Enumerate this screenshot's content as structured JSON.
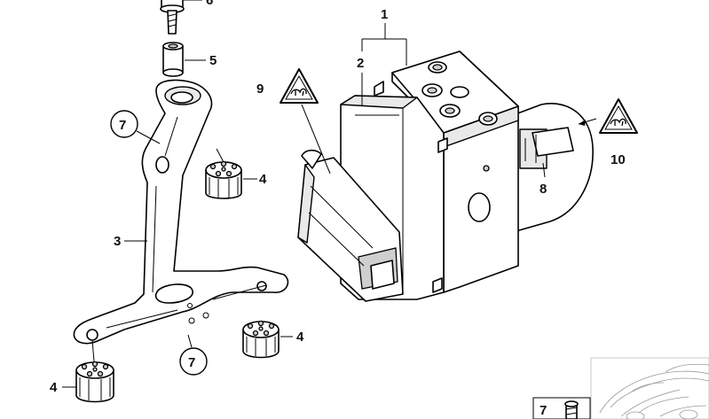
{
  "diagram": {
    "callouts": {
      "c1": "1",
      "c2": "2",
      "c3": "3",
      "c4a": "4",
      "c4b": "4",
      "c4c": "4",
      "c5": "5",
      "c6": "6",
      "c7a": "7",
      "c7b": "7",
      "c7c": "7",
      "c8": "8",
      "c9": "9",
      "c10": "10"
    }
  }
}
